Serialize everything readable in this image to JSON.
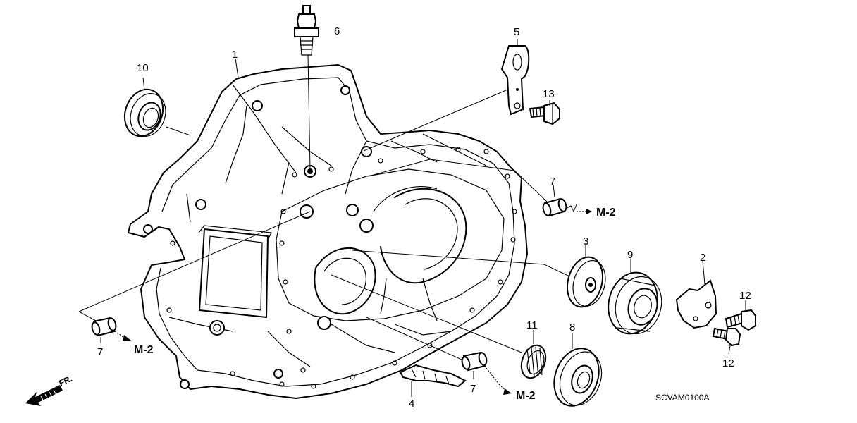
{
  "diagram": {
    "callouts": {
      "c1": "1",
      "c2": "2",
      "c3": "3",
      "c4": "4",
      "c5": "5",
      "c6": "6",
      "c7a": "7",
      "c7b": "7",
      "c7c": "7",
      "c8": "8",
      "c9": "9",
      "c10": "10",
      "c11": "11",
      "c12a": "12",
      "c12b": "12",
      "c13": "13"
    },
    "refs": {
      "m2a": "M-2",
      "m2b": "M-2",
      "m2c": "M-2"
    },
    "direction_label": "FR.",
    "drawing_code": "SCVAM0100A"
  }
}
